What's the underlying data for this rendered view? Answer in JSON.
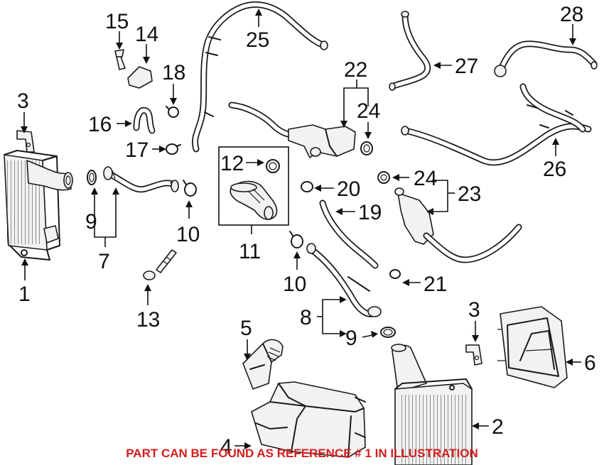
{
  "callouts": {
    "c1": "1",
    "c2": "2",
    "c3a": "3",
    "c3b": "3",
    "c4": "4",
    "c5": "5",
    "c6": "6",
    "c7": "7",
    "c8": "8",
    "c9a": "9",
    "c9b": "9",
    "c10a": "10",
    "c10b": "10",
    "c11": "11",
    "c12": "12",
    "c13": "13",
    "c14": "14",
    "c15": "15",
    "c16": "16",
    "c17": "17",
    "c18": "18",
    "c19": "19",
    "c20": "20",
    "c21": "21",
    "c22": "22",
    "c23": "23",
    "c24a": "24",
    "c24b": "24",
    "c25": "25",
    "c26": "26",
    "c27": "27",
    "c28": "28"
  },
  "footer_note": "PART CAN BE FOUND AS REFERENCE # 1 IN ILLUSTRATION",
  "colors": {
    "line": "#1a1a1a",
    "note": "#d41e1e",
    "background": "#ffffff"
  }
}
